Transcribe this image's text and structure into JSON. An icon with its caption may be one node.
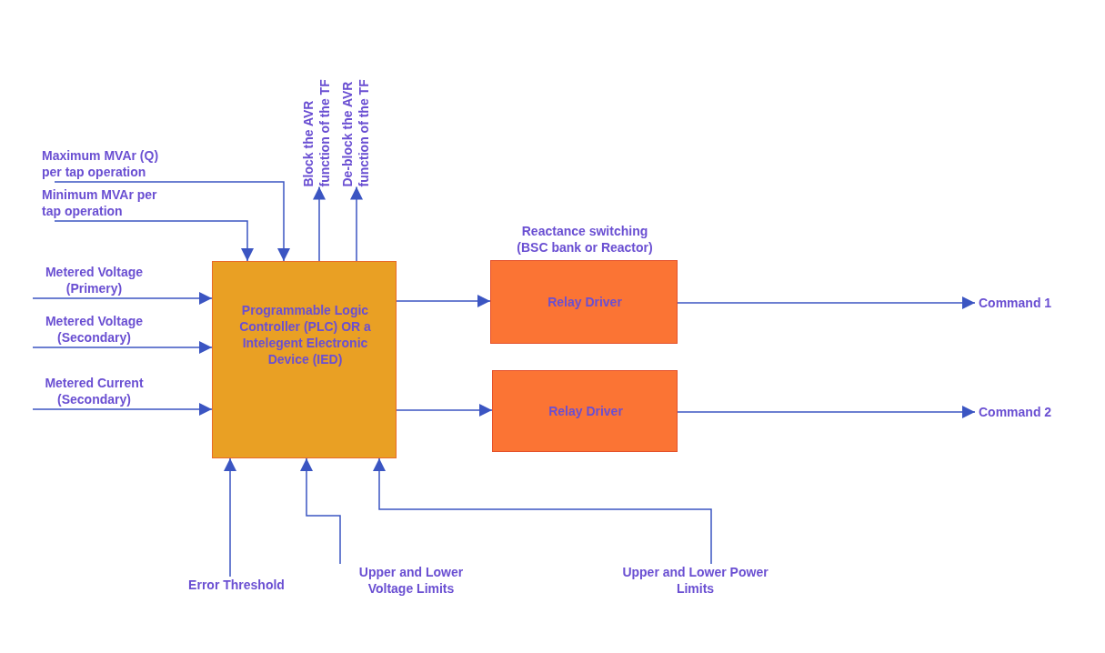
{
  "diagram": {
    "nodes": [
      {
        "text": [
          "Programmable Logic Controller (PLC) OR a Intelegent Electronic Device (IED)"
        ]
      },
      {
        "text": [
          "Reactance switching (BSC bank or Reactor)",
          "Relay Driver"
        ]
      },
      {
        "text": [
          "Relay Driver"
        ]
      },
      {
        "text": [
          "Maximum MVAr (Q) per tap operation"
        ]
      },
      {
        "text": [
          "Minimum MVAr per tap operation"
        ]
      },
      {
        "text": [
          "Block the AVR function of the TF"
        ]
      },
      {
        "text": [
          "De-block the AVR function of the TF"
        ]
      },
      {
        "text": [
          "Metered Voltage (Primery)"
        ]
      },
      {
        "text": [
          "Metered Voltage (Secondary)"
        ]
      },
      {
        "text": [
          "Metered Current (Secondary)"
        ]
      },
      {
        "text": [
          "Command 1"
        ]
      },
      {
        "text": [
          "Command 2"
        ]
      },
      {
        "text": [
          "Error Threshold"
        ]
      },
      {
        "text": [
          "Upper and Lower Voltage Limits"
        ]
      },
      {
        "text": [
          "Upper and Lower Power Limits"
        ]
      }
    ],
    "edges": [
      {
        "from": 3,
        "to": 0,
        "arrow": "to"
      },
      {
        "from": 4,
        "to": 0,
        "arrow": "to"
      },
      {
        "from": 0,
        "to": 5,
        "arrow": "to"
      },
      {
        "from": 0,
        "to": 6,
        "arrow": "to"
      },
      {
        "from": 7,
        "to": 0,
        "arrow": "to"
      },
      {
        "from": 8,
        "to": 0,
        "arrow": "to"
      },
      {
        "from": 9,
        "to": 0,
        "arrow": "to"
      },
      {
        "from": 0,
        "to": 1,
        "arrow": "to"
      },
      {
        "from": 0,
        "to": 2,
        "arrow": "to"
      },
      {
        "from": 1,
        "to": 10,
        "arrow": "to"
      },
      {
        "from": 2,
        "to": 11,
        "arrow": "to"
      },
      {
        "from": 12,
        "to": 0,
        "arrow": "to"
      },
      {
        "from": 13,
        "to": 0,
        "arrow": "to"
      },
      {
        "from": 14,
        "to": 0,
        "arrow": "to"
      }
    ]
  }
}
